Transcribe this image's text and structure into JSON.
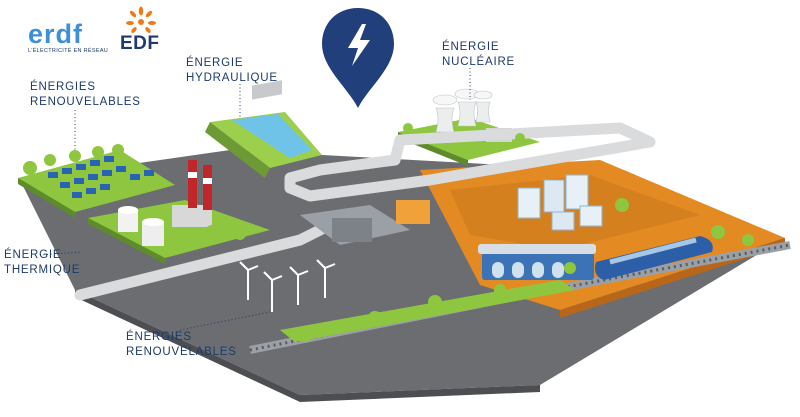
{
  "logos": {
    "erdf_word": "erdf",
    "erdf_tagline": "L'ÉLECTRICITÉ EN RÉSEAU",
    "edf_word": "EDF"
  },
  "labels": {
    "hydraulique": [
      "ÉNERGIE",
      "HYDRAULIQUE"
    ],
    "nucleaire": [
      "ÉNERGIE",
      "NUCLÉAIRE"
    ],
    "renouvelables_top": [
      "ÉNERGIES",
      "RENOUVELABLES"
    ],
    "thermique": [
      "ÉNERGIE",
      "THERMIQUE"
    ],
    "renouvelables_bottom": [
      "ÉNERGIES",
      "RENOUVELABLES"
    ]
  },
  "colors": {
    "brand_navy": "#1d3a6b",
    "erdf_blue": "#3d8fd6",
    "edf_orange": "#f07a18",
    "grass": "#8ec63f",
    "asphalt": "#6f7175",
    "city_orange": "#e38b22",
    "road": "#d9dbdd"
  },
  "icons": {
    "pin": "lightning-pin-icon",
    "edf_sun": "edf-sun-icon"
  }
}
